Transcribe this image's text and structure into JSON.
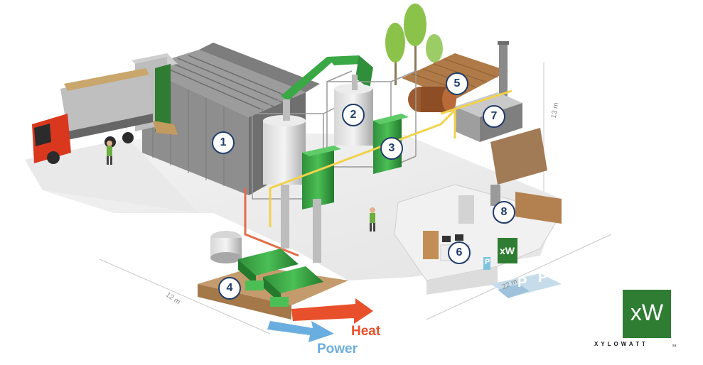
{
  "diagram": {
    "badges": {
      "b1": "1",
      "b2": "2",
      "b3": "3",
      "b4": "4",
      "b5": "5",
      "b6": "6",
      "b7": "7",
      "b8": "8"
    },
    "arrows": {
      "heat_label": "Heat",
      "heat_color": "#e8502c",
      "power_label": "Power",
      "power_color": "#6aaee0"
    },
    "dimensions": {
      "height": "13 m",
      "width_left": "12 m",
      "width_right": "22 m"
    },
    "parking": {
      "p1": "P",
      "p2": "P",
      "p3": "P"
    },
    "building_logo": "xW",
    "logo": {
      "mark": "xW",
      "brand": "XYLOWATT",
      "suffix": "sa",
      "color": "#2e7d32"
    },
    "colors": {
      "equipment_green": "#3aa845",
      "badge_border": "#1f3d6b",
      "truck_red": "#d9381e",
      "building_grey": "#b5b5b5"
    }
  }
}
